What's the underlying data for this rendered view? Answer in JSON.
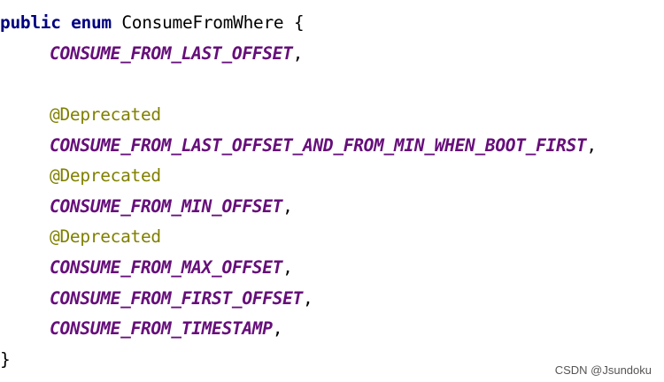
{
  "code": {
    "header": {
      "kw_public": "public",
      "kw_enum": "enum",
      "class_name": "ConsumeFromWhere",
      "open_brace": "{"
    },
    "lines": [
      {
        "annotation": "",
        "constant": "CONSUME_FROM_LAST_OFFSET",
        "suffix": ","
      },
      {
        "annotation": "@Deprecated",
        "constant": "",
        "suffix": ""
      },
      {
        "annotation": "",
        "constant": "CONSUME_FROM_LAST_OFFSET_AND_FROM_MIN_WHEN_BOOT_FIRST",
        "suffix": ","
      },
      {
        "annotation": "@Deprecated",
        "constant": "",
        "suffix": ""
      },
      {
        "annotation": "",
        "constant": "CONSUME_FROM_MIN_OFFSET",
        "suffix": ","
      },
      {
        "annotation": "@Deprecated",
        "constant": "",
        "suffix": ""
      },
      {
        "annotation": "",
        "constant": "CONSUME_FROM_MAX_OFFSET",
        "suffix": ","
      },
      {
        "annotation": "",
        "constant": "CONSUME_FROM_FIRST_OFFSET",
        "suffix": ","
      },
      {
        "annotation": "",
        "constant": "CONSUME_FROM_TIMESTAMP",
        "suffix": ","
      }
    ],
    "close_brace": "}"
  },
  "watermark": "CSDN @Jsundoku",
  "colors": {
    "keyword": "#000080",
    "constant": "#660E7A",
    "annotation": "#808000",
    "text": "#000000",
    "background": "#FFFFFF"
  }
}
